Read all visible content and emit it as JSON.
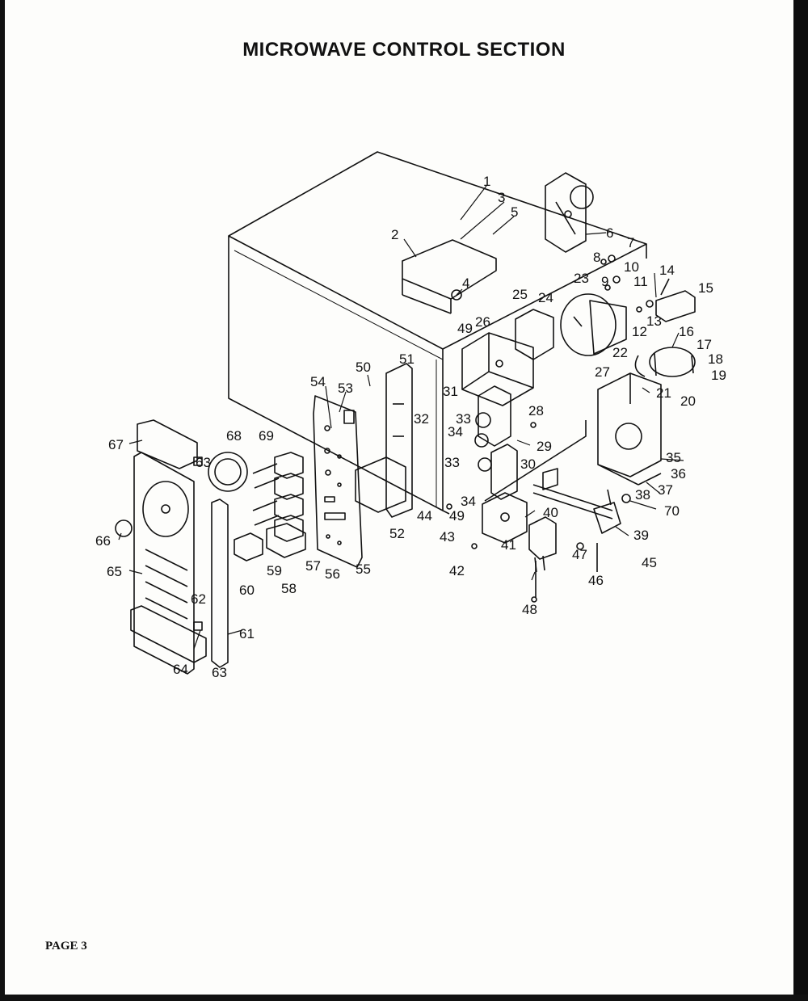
{
  "title": "MICROWAVE CONTROL SECTION",
  "page_label": "PAGE 3",
  "callouts": [
    "1",
    "2",
    "3",
    "4",
    "5",
    "6",
    "7",
    "8",
    "9",
    "10",
    "11",
    "12",
    "13",
    "14",
    "15",
    "16",
    "17",
    "18",
    "19",
    "20",
    "21",
    "22",
    "23",
    "24",
    "25",
    "26",
    "27",
    "28",
    "29",
    "30",
    "31",
    "32",
    "33",
    "33",
    "34",
    "34",
    "35",
    "36",
    "37",
    "38",
    "39",
    "40",
    "41",
    "42",
    "43",
    "44",
    "45",
    "46",
    "47",
    "48",
    "49",
    "49",
    "50",
    "51",
    "52",
    "53",
    "54",
    "55",
    "56",
    "57",
    "58",
    "59",
    "60",
    "61",
    "62",
    "63",
    "63",
    "64",
    "65",
    "66",
    "67",
    "68",
    "69",
    "70"
  ]
}
